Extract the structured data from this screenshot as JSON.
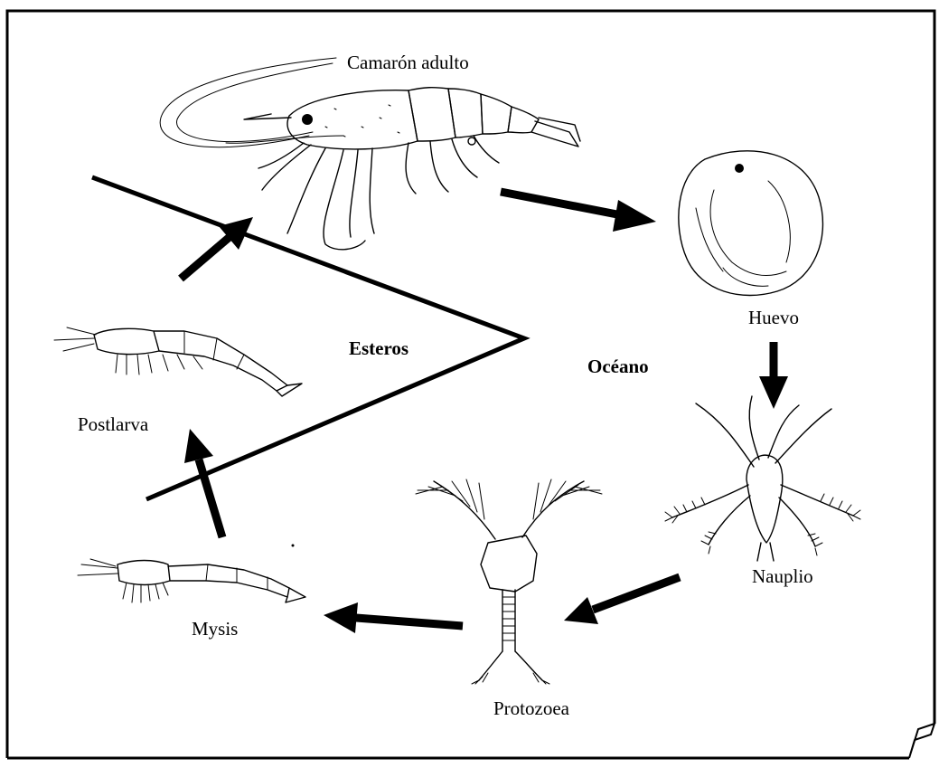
{
  "stages": {
    "adult": "Camarón adulto",
    "egg": "Huevo",
    "nauplius": "Nauplio",
    "protozoea": "Protozoea",
    "mysis": "Mysis",
    "postlarva": "Postlarva"
  },
  "zones": {
    "estuaries": "Esteros",
    "ocean": "Océano"
  },
  "colors": {
    "ink": "#000000",
    "background": "#ffffff"
  }
}
